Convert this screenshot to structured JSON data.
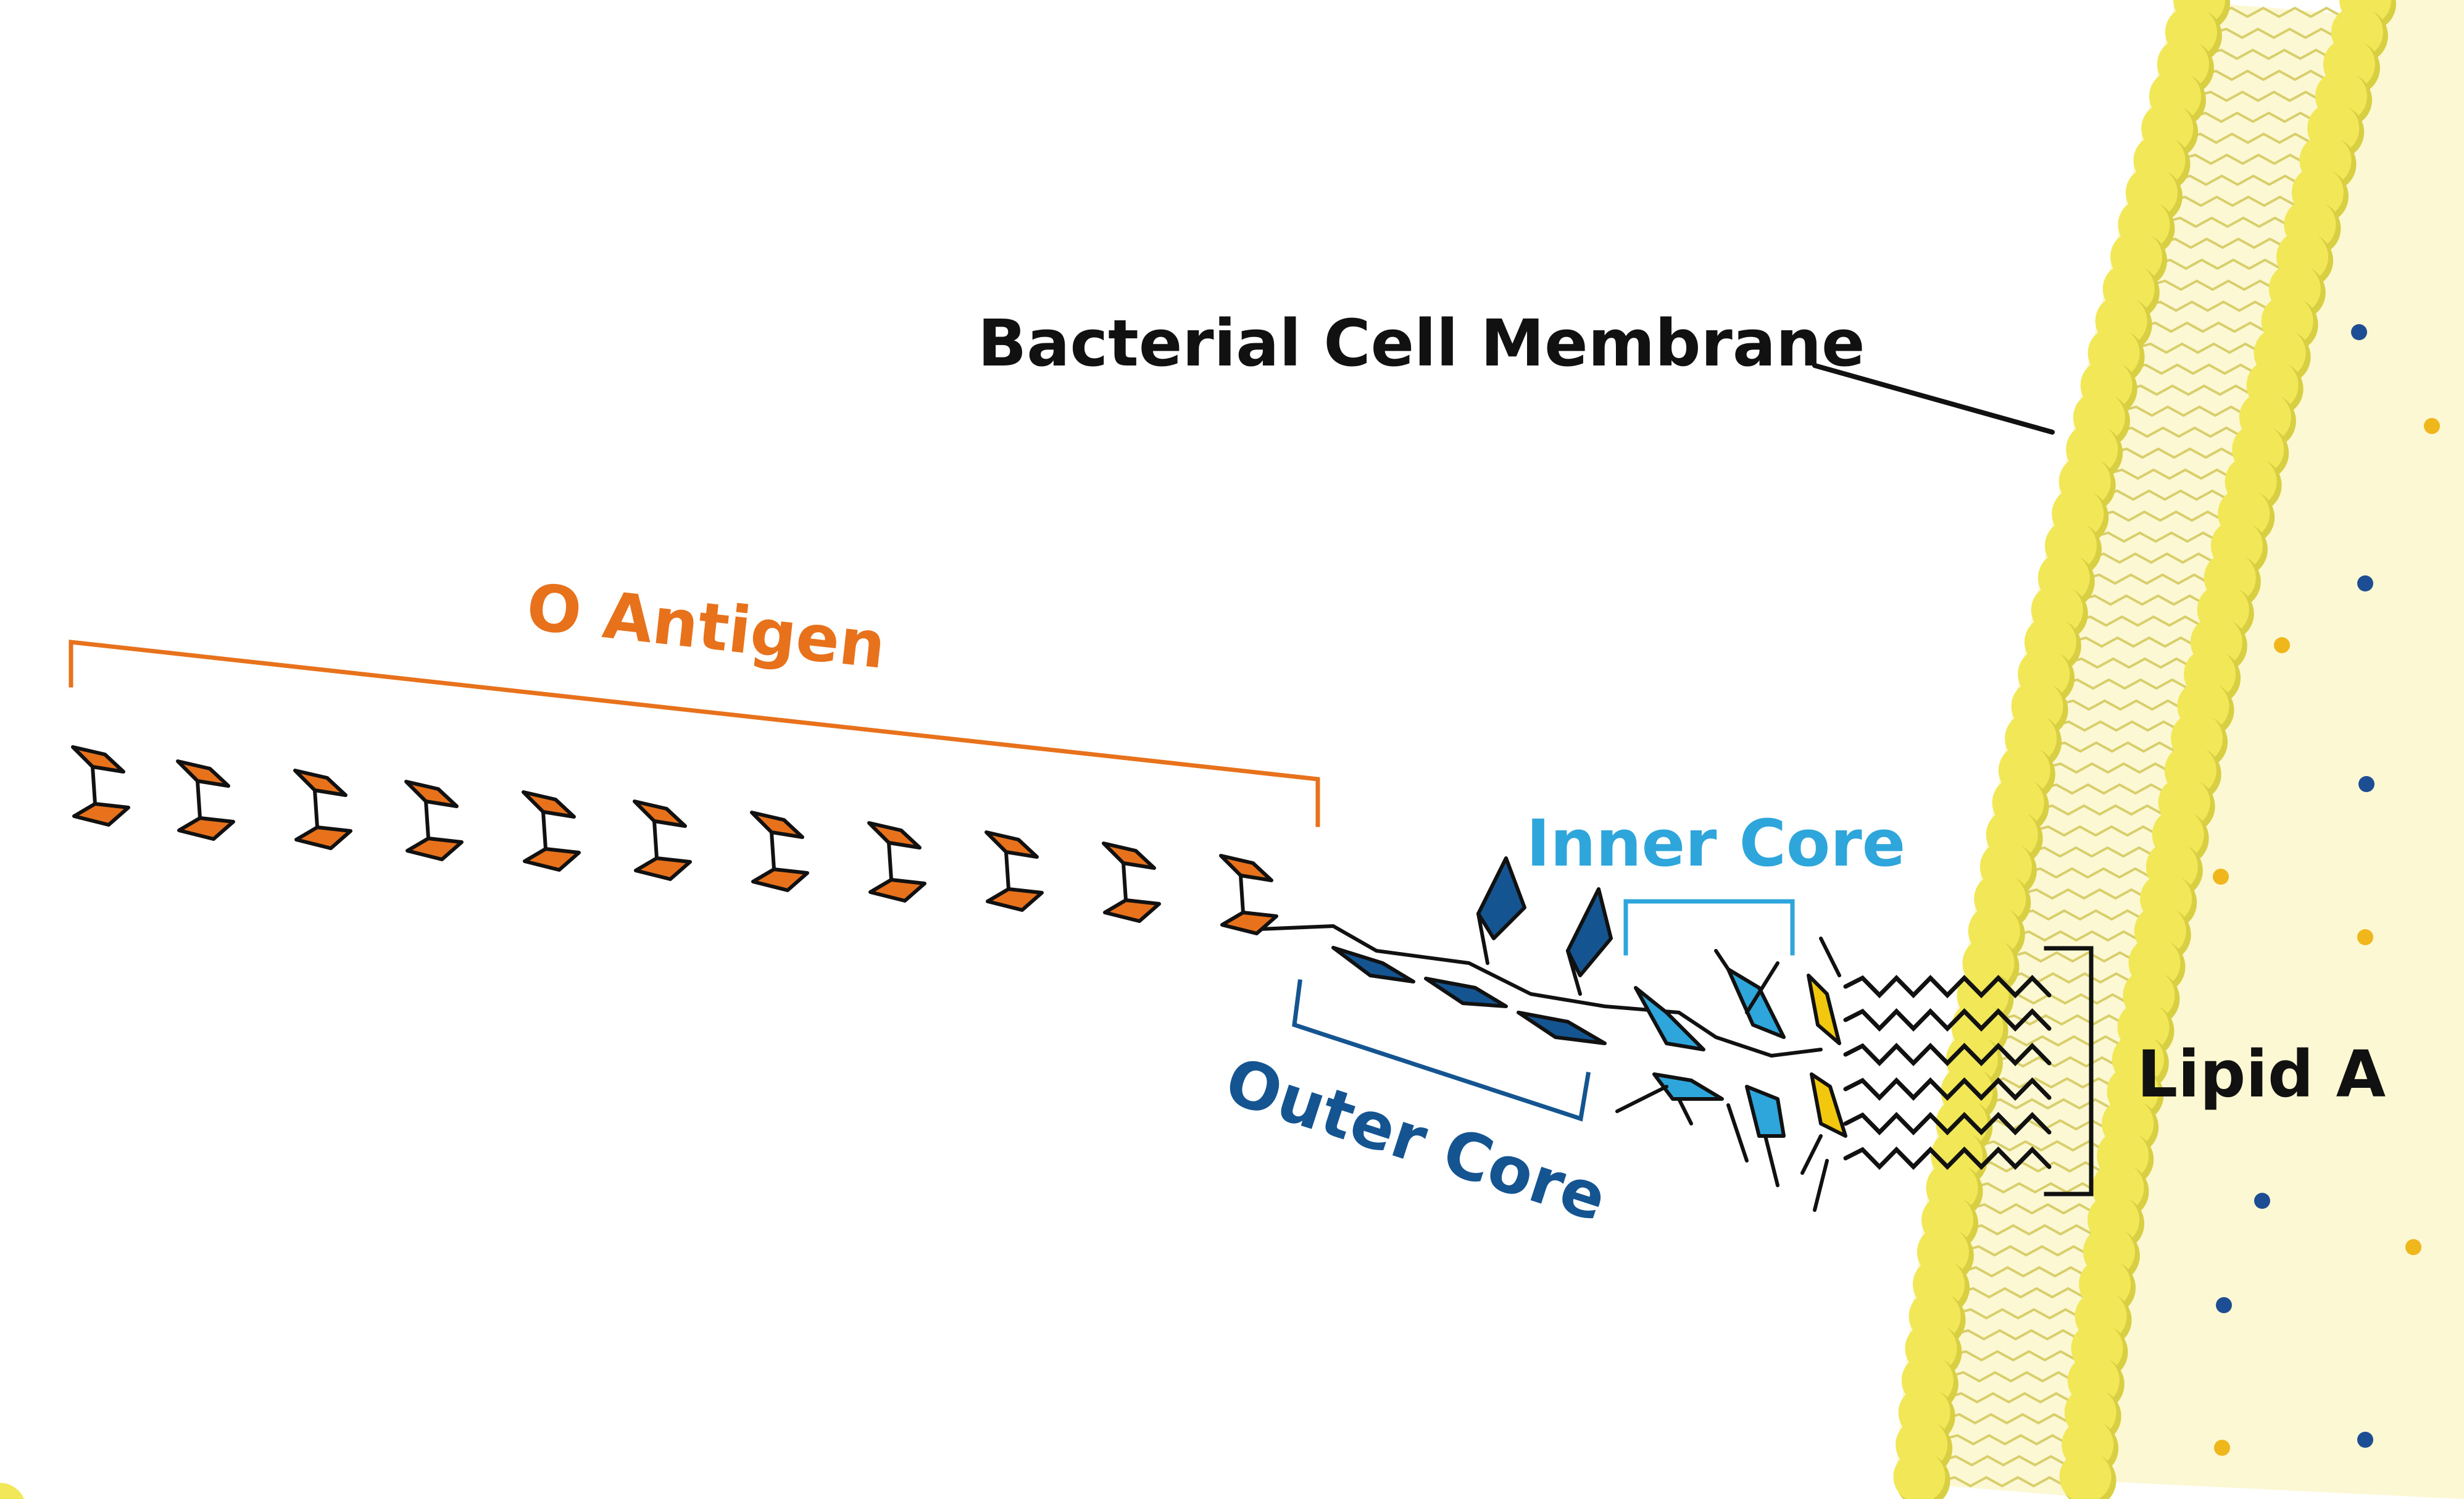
{
  "labels": {
    "membrane": "Bacterial Cell Membrane",
    "o_antigen": "O Antigen",
    "inner_core": "Inner Core",
    "outer_core": "Outer Core",
    "lipid_a": "Lipid A"
  },
  "colors": {
    "o_antigen": "#e8711c",
    "outer_core": "#145491",
    "inner_core": "#2ea6dc",
    "lipid_a": "#f2c80e",
    "membrane_head": "#f2e857",
    "membrane_interior": "#fbf8d3",
    "membrane_tail": "#d8cf6c",
    "dot_blue": "#1d4e93",
    "dot_gold": "#f0b71d",
    "text": "#111111"
  }
}
